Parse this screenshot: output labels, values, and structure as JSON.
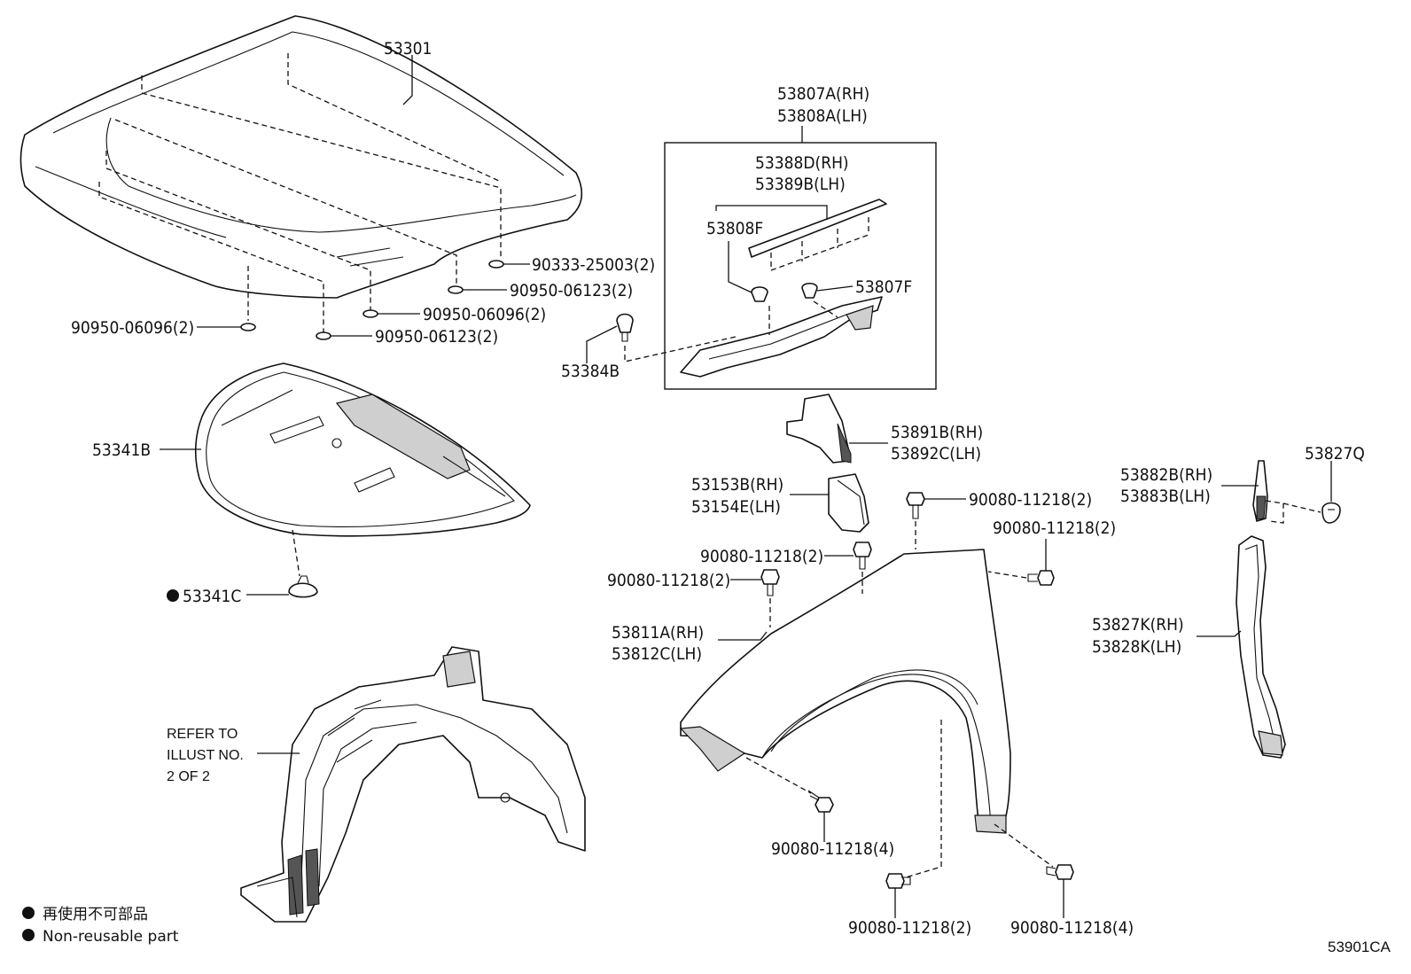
{
  "diagram": {
    "code": "53901CA",
    "labels": {
      "hood": "53301",
      "hood_seal_rh": "53807A(RH)",
      "hood_seal_lh": "53808A(LH)",
      "strip_rh": "53388D(RH)",
      "strip_lh": "53389B(LH)",
      "clip_53808f": "53808F",
      "clip_53807f": "53807F",
      "cushion_90333": "90333-25003(2)",
      "cushion_90950_06123_a": "90950-06123(2)",
      "cushion_90950_06096_a": "90950-06096(2)",
      "cushion_90950_06123_b": "90950-06123(2)",
      "cushion_90950_06096_left": "90950-06096(2)",
      "clip_53384b": "53384B",
      "insulator": "53341B",
      "clip_53341c": "53341C",
      "bracket_rh": "53891B(RH)",
      "bracket_lh": "53892C(LH)",
      "pad_rh": "53153B(RH)",
      "pad_lh": "53154E(LH)",
      "bolt_a": "90080-11218(2)",
      "bolt_b": "90080-11218(2)",
      "bolt_c": "90080-11218(2)",
      "bolt_d": "90080-11218(2)",
      "fender_rh": "53811A(RH)",
      "fender_lh": "53812C(LH)",
      "seal_rh": "53882B(RH)",
      "seal_lh": "53883B(LH)",
      "clip_53827q": "53827Q",
      "protector_rh": "53827K(RH)",
      "protector_lh": "53828K(LH)",
      "bolt_e": "90080-11218(4)",
      "bolt_f": "90080-11218(2)",
      "bolt_g": "90080-11218(4)"
    },
    "refer_note": [
      "REFER TO",
      "ILLUST NO.",
      "2 OF 2"
    ],
    "legend": {
      "jp": "再使用不可部品",
      "en": "Non-reusable part"
    }
  }
}
